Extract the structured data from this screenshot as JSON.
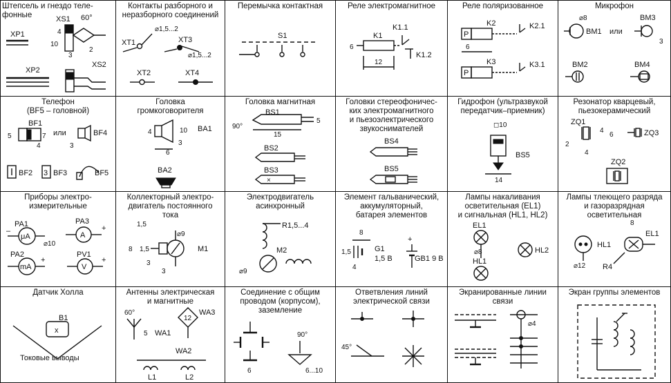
{
  "cells": [
    {
      "id": "shtepsel",
      "title": "Штепсель и гнездо теле-\nфонные",
      "labels": {
        "xp1": "XP1",
        "xs1": "XS1",
        "angle": "60°",
        "xp2": "XP2",
        "xs2": "XS2",
        "d4": "4",
        "d10": "10",
        "d3": "3",
        "d2": "2"
      }
    },
    {
      "id": "kontakty",
      "title": "Контакты разборного и\nнеразборного соединений",
      "labels": {
        "xt1": "XT1",
        "d1": "⌀1,5...2",
        "xt3": "XT3",
        "d2": "⌀1,5...2",
        "xt2": "XT2",
        "xt4": "XT4"
      }
    },
    {
      "id": "peremychka",
      "title": "Перемычка контактная",
      "labels": {
        "s1": "S1"
      }
    },
    {
      "id": "rele_em",
      "title": "Реле электромагнитное",
      "labels": {
        "k1": "K1",
        "k11": "K1.1",
        "k12": "K1.2",
        "d6": "6",
        "d12": "12"
      }
    },
    {
      "id": "rele_pol",
      "title": "Реле поляризованное",
      "labels": {
        "p1": "P",
        "k2": "K2",
        "k21": "K2.1",
        "d6": "6",
        "p2": "P",
        "k3": "K3",
        "k31": "K3.1"
      }
    },
    {
      "id": "mikrofon",
      "title": "Микрофон",
      "labels": {
        "d8": "⌀8",
        "bm1": "BM1",
        "ili": "или",
        "bm3": "BM3",
        "d3": "3",
        "bm2": "BM2",
        "bm4": "BM4"
      }
    },
    {
      "id": "telefon",
      "title": "Телефон\n(BF5 – головной)",
      "labels": {
        "bf1": "BF1",
        "d5": "5",
        "d7": "7",
        "ili": "или",
        "bf4": "BF4",
        "d4": "4",
        "d3": "3",
        "bf2": "BF2",
        "bf3": "BF3",
        "bf5": "BF5"
      }
    },
    {
      "id": "golovka_gr",
      "title": "Головка\nгромкоговорителя",
      "labels": {
        "ba1": "BA1",
        "d4": "4",
        "d10": "10",
        "d3": "3",
        "d6": "6",
        "ba2": "BA2"
      }
    },
    {
      "id": "golovka_mag",
      "title": "Головка магнитная",
      "labels": {
        "bs1": "BS1",
        "angle": "90°",
        "d5": "5",
        "d15": "15",
        "bs2": "BS2",
        "bs3": "BS3"
      }
    },
    {
      "id": "golovki_st",
      "title": "Головки стереофоничес-\nких электромагнитного\nи пьезоэлектрического\nзвукоснимателей",
      "labels": {
        "bs4": "BS4",
        "bs5": "BS5"
      }
    },
    {
      "id": "gidrofon",
      "title": "Гидрофон (ультразвукой\nпередатчик–приемник)",
      "labels": {
        "d10": "◻10",
        "bs5": "BS5",
        "d14": "14"
      }
    },
    {
      "id": "rezonator",
      "title": "Резонатор кварцевый,\nпьезокерамический",
      "labels": {
        "zq1": "ZQ1",
        "d4": "4",
        "d6": "6",
        "zq3": "ZQ3",
        "d2": "2",
        "d4b": "4",
        "zq2": "ZQ2"
      }
    },
    {
      "id": "pribory",
      "title": "Приборы электро-\nизмерительные",
      "labels": {
        "pa1": "PA1",
        "ua": "μA",
        "pa3": "PA3",
        "a": "A",
        "d10": "⌀10",
        "pa2": "PA2",
        "ma": "mA",
        "pv1": "PV1",
        "v": "V",
        "plus": "+",
        "minus": "–"
      }
    },
    {
      "id": "kollektor",
      "title": "Коллекторный электро-\nдвигатель постоянного\nтока",
      "labels": {
        "d15": "1,5",
        "d9": "⌀9",
        "m1": "M1",
        "d8": "8",
        "d15b": "1,5",
        "d3": "3",
        "d3b": "3"
      }
    },
    {
      "id": "elektrodv",
      "title": "Электродвигатель\nасинхронный",
      "labels": {
        "r": "R1,5...4",
        "m2": "M2",
        "d9": "⌀9"
      }
    },
    {
      "id": "element",
      "title": "Элемент гальванический,\nаккумуляторный,\nбатарея элементов",
      "labels": {
        "d8": "8",
        "d15": "1,5",
        "g1": "G1",
        "v15": "1,5 В",
        "d4": "4",
        "gb": "GB1 9 B",
        "plus": "+"
      }
    },
    {
      "id": "lampy",
      "title": "Лампы накаливания\nосветительная (EL1)\nи сигнальная (HL1, HL2)",
      "labels": {
        "el1": "EL1",
        "d8": "⌀8",
        "hl2": "HL2",
        "hl1": "HL1"
      }
    },
    {
      "id": "lampy_tl",
      "title": "Лампы тлеющего разряда\nи газоразрядная\nосветительная",
      "labels": {
        "hl1": "HL1",
        "d8": "8",
        "el1": "EL1",
        "d12": "⌀12",
        "r4": "R4"
      }
    },
    {
      "id": "datchik",
      "title": "Датчик Холла",
      "labels": {
        "b1": "B1",
        "x": "x",
        "bottom": "Токовые выводы"
      }
    },
    {
      "id": "antenny",
      "title": "Антенны электрическая\nи магнитные",
      "labels": {
        "angle": "60°",
        "d5": "5",
        "wa1": "WA1",
        "wa3": "WA3",
        "d12": "12",
        "wa2": "WA2",
        "l1": "L1",
        "l2": "L2"
      }
    },
    {
      "id": "soedinenie",
      "title": "Соединение с общим\nпроводом (корпусом),\nзаземление",
      "labels": {
        "angle": "90°",
        "d6": "6",
        "d610": "6...10"
      }
    },
    {
      "id": "otvetvlenia",
      "title": "Ответвления линий\nэлектрической связи",
      "labels": {
        "angle": "45°"
      }
    },
    {
      "id": "ekran_linii",
      "title": "Экранированные линии\nсвязи",
      "labels": {
        "d4": "⌀4"
      }
    },
    {
      "id": "ekran_gr",
      "title": "Экран группы элементов",
      "labels": {}
    }
  ]
}
